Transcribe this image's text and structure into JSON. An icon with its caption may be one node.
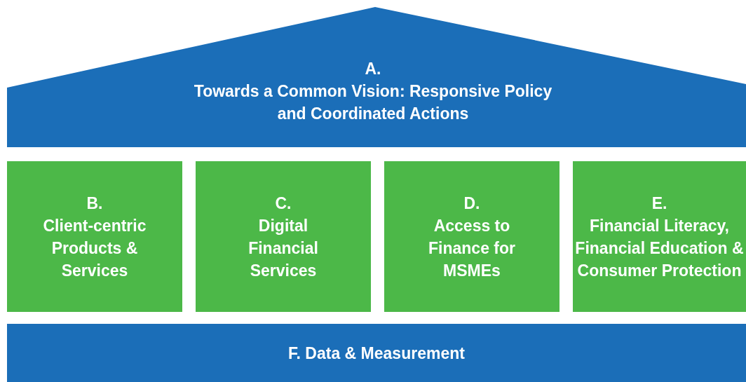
{
  "diagram": {
    "nodes": [
      {
        "text": [
          "A.",
          "Towards a Common Vision: Responsive Policy and Coordinated Actions"
        ]
      },
      {
        "text": [
          "B.",
          "Client-centric Products & Services"
        ]
      },
      {
        "text": [
          "C.",
          "Digital Financial Services"
        ]
      },
      {
        "text": [
          "D.",
          "Access to Finance for MSMEs"
        ]
      },
      {
        "text": [
          "E.",
          "Financial Literacy, Financial Education & Consumer Protection"
        ]
      },
      {
        "text": [
          "F. Data & Measurement"
        ]
      }
    ]
  }
}
